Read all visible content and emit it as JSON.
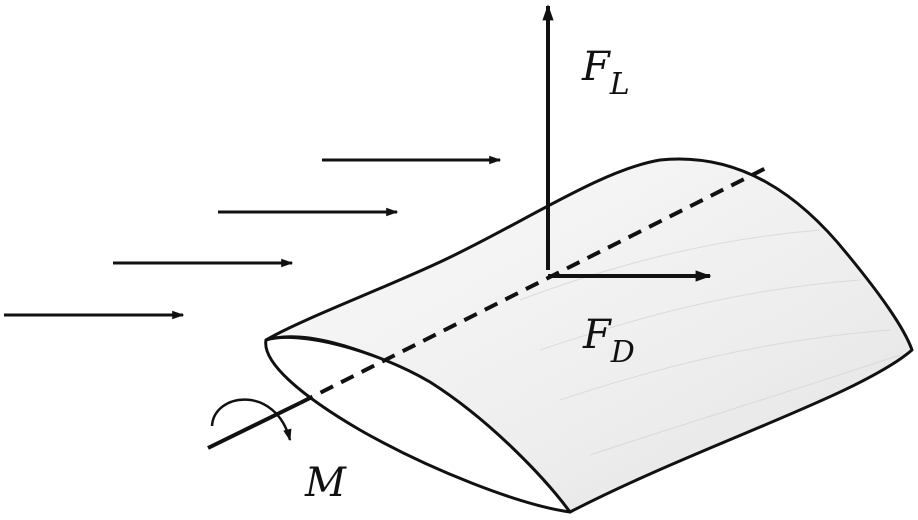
{
  "labels": {
    "lift": {
      "main": "F",
      "sub": "L"
    },
    "drag": {
      "main": "F",
      "sub": "D"
    },
    "moment": {
      "main": "M"
    }
  },
  "colors": {
    "ink": "#111111",
    "airfoil_fill": "#f0f0f0",
    "airfoil_end_fill": "#ffffff"
  },
  "icons": {
    "flow": "right-arrow-icon",
    "moment": "curved-arrow-icon"
  }
}
